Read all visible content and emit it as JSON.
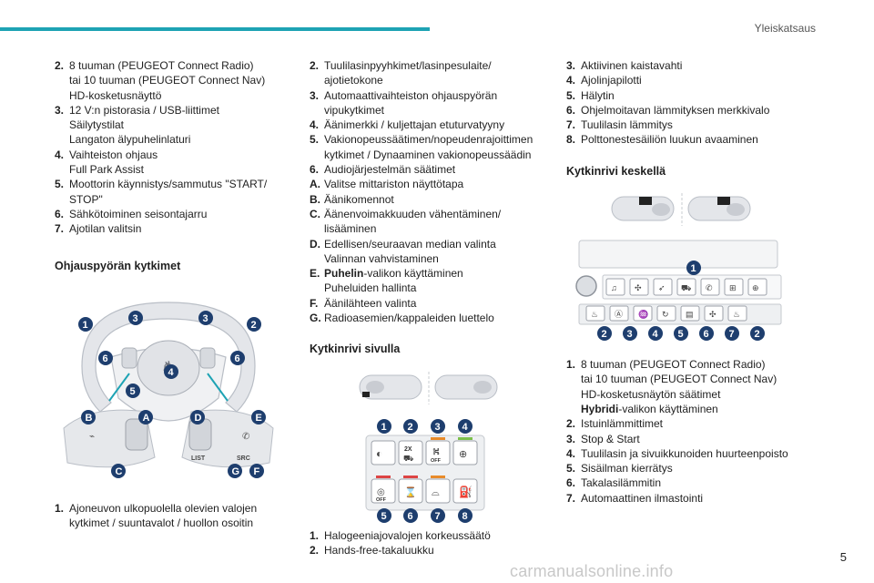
{
  "header": {
    "section": "Yleiskatsaus"
  },
  "footer": {
    "page": "5",
    "watermark": "carmanualsonline.info"
  },
  "col1": {
    "items": [
      {
        "num": "2.",
        "lines": [
          "8 tuuman (PEUGEOT Connect Radio)",
          "tai 10 tuuman (PEUGEOT Connect Nav)",
          "HD-kosketusnäyttö"
        ]
      },
      {
        "num": "3.",
        "lines": [
          "12 V:n pistorasia / USB-liittimet",
          "Säilytystilat",
          "Langaton älypuhelinlaturi"
        ]
      },
      {
        "num": "4.",
        "lines": [
          "Vaihteiston ohjaus",
          "Full Park Assist"
        ]
      },
      {
        "num": "5.",
        "lines": [
          "Moottorin käynnistys/sammutus \"START/",
          "STOP\""
        ]
      },
      {
        "num": "6.",
        "lines": [
          "Sähkötoiminen seisontajarru"
        ]
      },
      {
        "num": "7.",
        "lines": [
          "Ajotilan valitsin"
        ]
      }
    ],
    "heading": "Ohjauspyörän kytkimet",
    "figure_badges": {
      "n1": "1",
      "n2": "2",
      "n3": "3",
      "n4": "4",
      "n5": "5",
      "n6": "6",
      "A": "A",
      "B": "B",
      "C": "C",
      "D": "D",
      "E": "E",
      "F": "F",
      "G": "G"
    },
    "figure_text": {
      "list": "LIST",
      "src": "SRC"
    },
    "bottom_items": [
      {
        "num": "1.",
        "lines": [
          "Ajoneuvon ulkopuolella olevien valojen",
          "kytkimet / suuntavalot / huollon osoitin"
        ]
      }
    ]
  },
  "col2": {
    "items": [
      {
        "num": "2.",
        "lines": [
          "Tuulilasinpyyhkimet/lasinpesulaite/",
          "ajotietokone"
        ]
      },
      {
        "num": "3.",
        "lines": [
          "Automaattivaihteiston ohjauspyörän",
          "vipukytkimet"
        ]
      },
      {
        "num": "4.",
        "lines": [
          "Äänimerkki / kuljettajan etuturvatyyny"
        ]
      },
      {
        "num": "5.",
        "lines": [
          "Vakionopeussäätimen/nopeudenrajoittimen",
          "kytkimet / Dynaaminen vakionopeussäädin"
        ]
      },
      {
        "num": "6.",
        "lines": [
          "Audiojärjestelmän säätimet"
        ]
      },
      {
        "num": "A.",
        "lines": [
          "Valitse mittariston näyttötapa"
        ]
      },
      {
        "num": "B.",
        "lines": [
          "Äänikomennot"
        ]
      },
      {
        "num": "C.",
        "lines": [
          "Äänenvoimakkuuden vähentäminen/",
          "lisääminen"
        ]
      },
      {
        "num": "D.",
        "lines": [
          "Edellisen/seuraavan median valinta",
          "Valinnan vahvistaminen"
        ]
      },
      {
        "num": "E.",
        "bold": "Puhelin",
        "lines": [
          "-valikon käyttäminen",
          "Puheluiden hallinta"
        ]
      },
      {
        "num": "F.",
        "lines": [
          "Äänilähteen valinta"
        ]
      },
      {
        "num": "G.",
        "lines": [
          "Radioasemien/kappaleiden luettelo"
        ]
      }
    ],
    "heading": "Kytkinrivi sivulla",
    "figure_badges": {
      "n1": "1",
      "n2": "2",
      "n3": "3",
      "n4": "4",
      "n5": "5",
      "n6": "6",
      "n7": "7",
      "n8": "8"
    },
    "figure_text": {
      "twox": "2X",
      "off": "OFF",
      "off2": "OFF"
    },
    "bottom_items": [
      {
        "num": "1.",
        "lines": [
          "Halogeeniajovalojen korkeussäätö"
        ]
      },
      {
        "num": "2.",
        "lines": [
          "Hands-free-takaluukku"
        ]
      }
    ]
  },
  "col3": {
    "items": [
      {
        "num": "3.",
        "lines": [
          "Aktiivinen kaistavahti"
        ]
      },
      {
        "num": "4.",
        "lines": [
          "Ajolinjapilotti"
        ]
      },
      {
        "num": "5.",
        "lines": [
          "Hälytin"
        ]
      },
      {
        "num": "6.",
        "lines": [
          "Ohjelmoitavan lämmityksen merkkivalo"
        ]
      },
      {
        "num": "7.",
        "lines": [
          "Tuulilasin lämmitys"
        ]
      },
      {
        "num": "8.",
        "lines": [
          "Polttonestesäiliön luukun avaaminen"
        ]
      }
    ],
    "heading": "Kytkinrivi keskellä",
    "figure_badges": {
      "n1": "1",
      "n2a": "2",
      "n3": "3",
      "n4": "4",
      "n5": "5",
      "n6": "6",
      "n7": "7",
      "n2b": "2"
    },
    "bottom_items": [
      {
        "num": "1.",
        "lines": [
          "8 tuuman (PEUGEOT Connect Radio)",
          "tai 10 tuuman (PEUGEOT Connect Nav)",
          "HD-kosketusnäytön säätimet"
        ],
        "bold_line": "Hybridi",
        "bold_rest": "-valikon käyttäminen"
      },
      {
        "num": "2.",
        "lines": [
          "Istuinlämmittimet"
        ]
      },
      {
        "num": "3.",
        "lines": [
          "Stop & Start"
        ]
      },
      {
        "num": "4.",
        "lines": [
          "Tuulilasin ja sivuikkunoiden huurteenpoisto"
        ]
      },
      {
        "num": "5.",
        "lines": [
          "Sisäilman kierrätys"
        ]
      },
      {
        "num": "6.",
        "lines": [
          "Takalasilämmitin"
        ]
      },
      {
        "num": "7.",
        "lines": [
          "Automaattinen ilmastointi"
        ]
      }
    ]
  },
  "colors": {
    "accent": "#1ea3b4",
    "badge": "#1e3e6e",
    "led_orange": "#e88b2a",
    "led_green": "#7cc04b",
    "led_red": "#d44"
  }
}
